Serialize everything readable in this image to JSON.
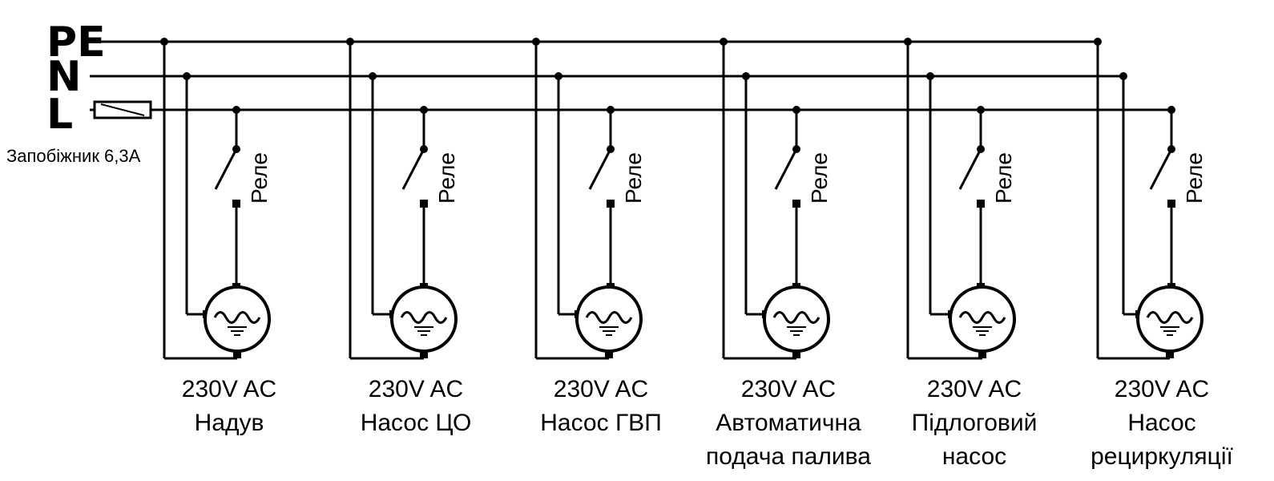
{
  "buses": {
    "pe": "PE",
    "n": "N",
    "l": "L"
  },
  "fuse_label": "Запобіжник 6,3А",
  "relay_label": "Реле",
  "devices": [
    {
      "voltage": "230V AC",
      "name_lines": [
        "Надув"
      ]
    },
    {
      "voltage": "230V AC",
      "name_lines": [
        "Насос ЦО"
      ]
    },
    {
      "voltage": "230V AC",
      "name_lines": [
        "Насос ГВП"
      ]
    },
    {
      "voltage": "230V AC",
      "name_lines": [
        "Автоматична",
        "подача палива"
      ]
    },
    {
      "voltage": "230V AC",
      "name_lines": [
        "Підлоговий",
        "насос"
      ]
    },
    {
      "voltage": "230V AC",
      "name_lines": [
        "Насос",
        "рециркуляції"
      ]
    }
  ]
}
